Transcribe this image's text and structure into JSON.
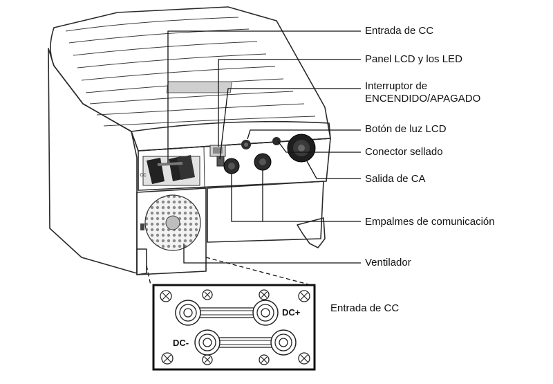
{
  "labels": {
    "dc_input": "Entrada de CC",
    "lcd_leds": "Panel LCD y los LED",
    "switch_line1": "Interruptor de",
    "switch_line2": "ENCENDIDO/APAGADO",
    "lcd_button": "Botón de luz LCD",
    "sealed_connector": "Conector sellado",
    "ac_output": "Salida de CA",
    "comm_glands": "Empalmes de comunicación",
    "fan": "Ventilador",
    "dc_input_detail": "Entrada de CC"
  },
  "detail": {
    "dc_plus": "DC+",
    "dc_minus": "DC-"
  },
  "unit_text": {
    "dc_small": "DC"
  },
  "colors": {
    "line": "#111111",
    "body_fill": "#f4f4f4",
    "shade_fill": "#dcdcdc"
  }
}
